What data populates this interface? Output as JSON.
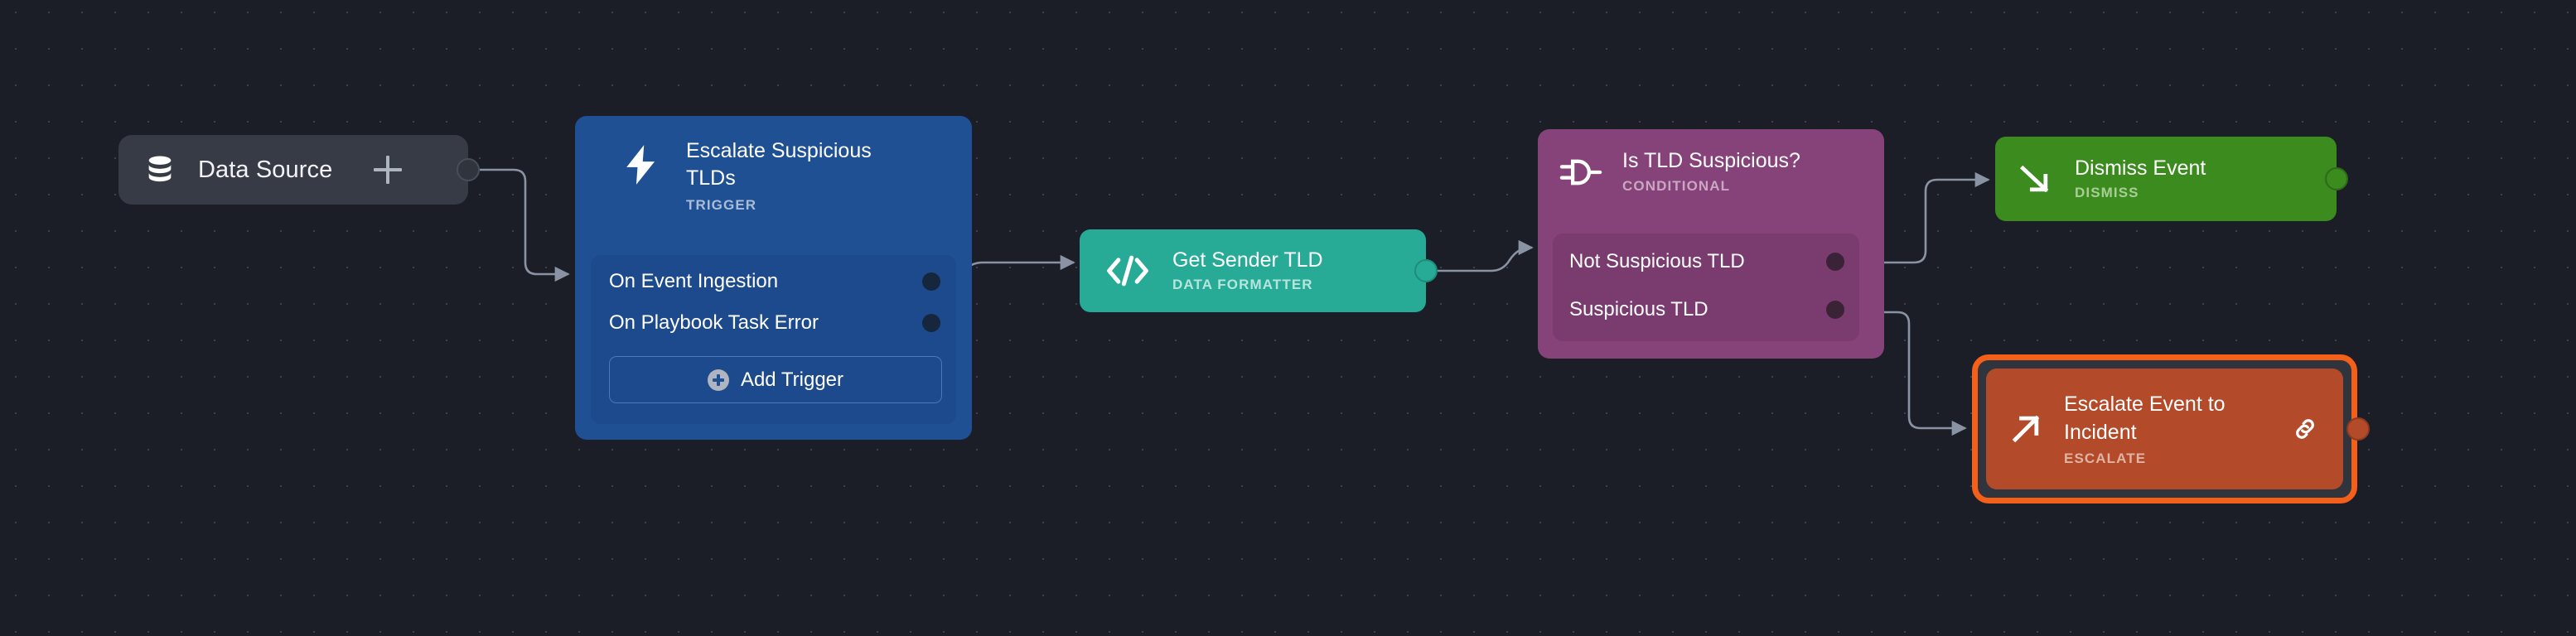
{
  "canvas": {
    "background_color": "#1b1e27",
    "grid_dot_color": "#3c4250"
  },
  "nodes": {
    "data_source": {
      "label": "Data Source",
      "icon": "database-icon",
      "add_icon": "plus-icon",
      "color": "#363b45"
    },
    "trigger": {
      "title": "Escalate Suspicious TLDs",
      "subtitle": "TRIGGER",
      "icon": "lightning-bolt-icon",
      "color": "#1f5093",
      "rows": [
        {
          "label": "On Event Ingestion"
        },
        {
          "label": "On Playbook Task Error"
        }
      ],
      "add_button": "Add Trigger"
    },
    "data_formatter": {
      "title": "Get Sender TLD",
      "subtitle": "DATA FORMATTER",
      "icon": "code-brackets-icon",
      "color": "#27ab96"
    },
    "conditional": {
      "title": "Is TLD Suspicious?",
      "subtitle": "CONDITIONAL",
      "icon": "logic-gate-icon",
      "color": "#86437a",
      "rows": [
        {
          "label": "Not Suspicious TLD"
        },
        {
          "label": "Suspicious TLD"
        }
      ]
    },
    "dismiss": {
      "title": "Dismiss Event",
      "subtitle": "DISMISS",
      "icon": "arrow-down-right-icon",
      "color": "#3b8b1e"
    },
    "escalate": {
      "title": "Escalate Event to Incident",
      "subtitle": "ESCALATE",
      "icon": "arrow-up-right-icon",
      "link_icon": "link-icon",
      "color": "#b34b2b",
      "selected": true,
      "selection_color": "#f4601a"
    }
  }
}
